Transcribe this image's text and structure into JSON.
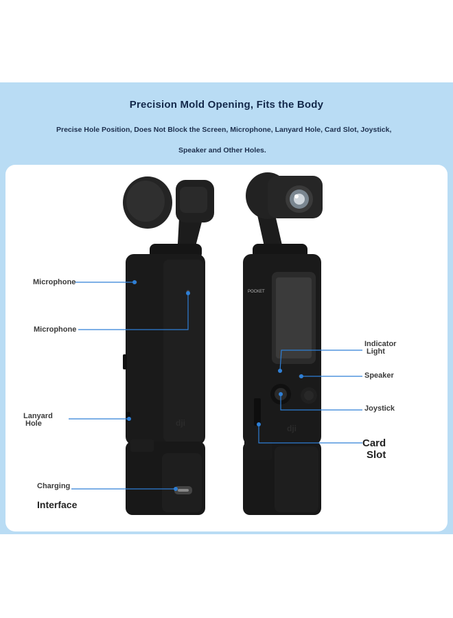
{
  "heading": {
    "title": "Precision Mold Opening, Fits the Body",
    "subtitle_line1": "Precise Hole Position, Does Not Block the Screen, Microphone, Lanyard Hole, Card Slot, Joystick,",
    "subtitle_line2": "Speaker and Other Holes."
  },
  "labels": {
    "microphone_top": "Microphone",
    "microphone_back": "Microphone",
    "lanyard_line1": "Lanyard",
    "lanyard_line2": "Hole",
    "charging": "Charging",
    "interface": "Interface",
    "indicator_line1": "Indicator",
    "indicator_line2": "Light",
    "speaker": "Speaker",
    "joystick": "Joystick",
    "card_line1": "Card",
    "card_line2": "Slot"
  },
  "device": {
    "brand_text": "POCKET"
  },
  "colors": {
    "banner": "#b9dcf4",
    "leader_line": "#2e7fd6",
    "case": "#1a1a1a"
  }
}
